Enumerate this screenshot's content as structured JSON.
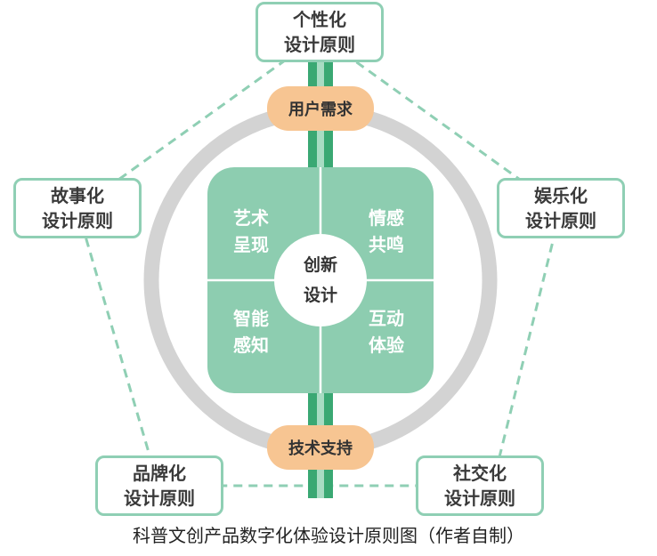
{
  "nodes": {
    "personalization": {
      "line1": "个性化",
      "line2": "设计原则"
    },
    "storytelling": {
      "line1": "故事化",
      "line2": "设计原则"
    },
    "entertainment": {
      "line1": "娱乐化",
      "line2": "设计原则"
    },
    "branding": {
      "line1": "品牌化",
      "line2": "设计原则"
    },
    "social": {
      "line1": "社交化",
      "line2": "设计原则"
    }
  },
  "pills": {
    "top": "用户需求",
    "bottom": "技术支持"
  },
  "quadrants": {
    "top_left": {
      "line1": "艺术",
      "line2": "呈现"
    },
    "top_right": {
      "line1": "情感",
      "line2": "共鸣"
    },
    "bottom_left": {
      "line1": "智能",
      "line2": "感知"
    },
    "bottom_right": {
      "line1": "互动",
      "line2": "体验"
    }
  },
  "center": {
    "line1": "创新",
    "line2": "设计"
  },
  "caption": "科普文创产品数字化体验设计原则图（作者自制）",
  "colors": {
    "dashed_line": "#8fcfb4",
    "node_border": "#8fcfb4",
    "ring": "#d3d3d3",
    "square": "#8dcdb0",
    "axis_dark": "#3aa873",
    "axis_light": "#a8dcc3",
    "pill": "#f7c592"
  }
}
